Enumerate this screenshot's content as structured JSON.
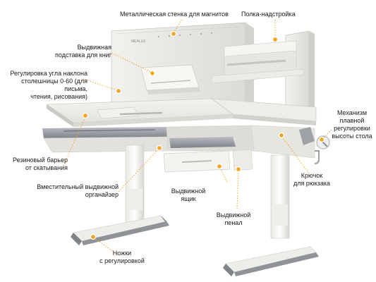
{
  "brand": {
    "logo_text": "MEALUX",
    "accent_color": "#f5a623"
  },
  "callouts": {
    "metal_wall": "Металлическая стенка для магнитов",
    "shelf_top": "Полка-надстройка",
    "book_stand": "Выдвижная\nподставка для книг",
    "tilt": "Регулировка угла наклона\nстолешницы 0-60 (для письма,\nчтения, рисования)",
    "mechanism": "Механизм\nплавной\nрегулировки\nвысоты стола",
    "rubber_barrier": "Резиновый барьер\nот скатывания",
    "hook": "Крючок\nдля рюкзака",
    "organizer": "Вместительный выдвижной\nорганайзер",
    "drawer": "Выдвижной\nящик",
    "pencil_case": "Выдвижной\nпенал",
    "legs": "Ножки\nс регулировкой"
  }
}
